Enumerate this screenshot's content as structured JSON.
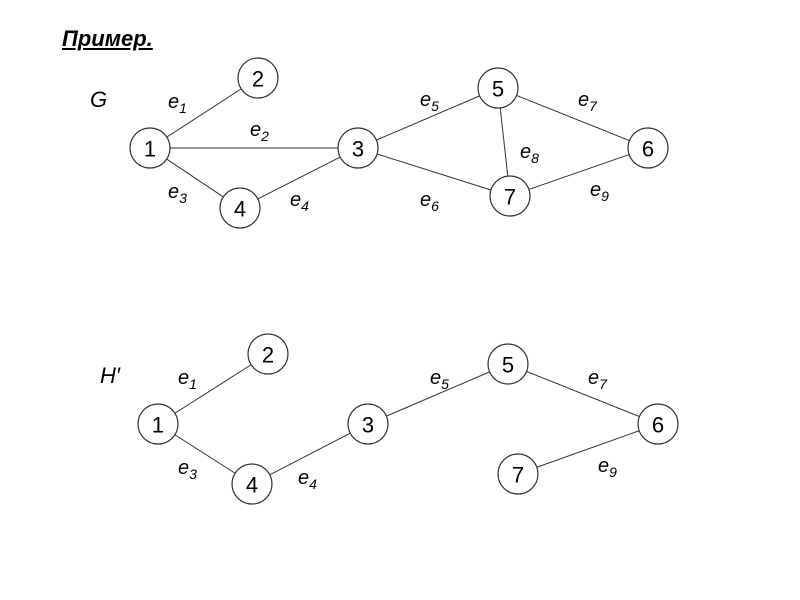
{
  "title": "Пример.",
  "graphs": [
    {
      "name": "G",
      "nodes": [
        {
          "id": "1",
          "label": "1"
        },
        {
          "id": "2",
          "label": "2"
        },
        {
          "id": "3",
          "label": "3"
        },
        {
          "id": "4",
          "label": "4"
        },
        {
          "id": "5",
          "label": "5"
        },
        {
          "id": "6",
          "label": "6"
        },
        {
          "id": "7",
          "label": "7"
        }
      ],
      "edges": [
        {
          "id": "e1",
          "base": "e",
          "sub": "1",
          "from": "1",
          "to": "2"
        },
        {
          "id": "e2",
          "base": "e",
          "sub": "2",
          "from": "1",
          "to": "3"
        },
        {
          "id": "e3",
          "base": "e",
          "sub": "3",
          "from": "1",
          "to": "4"
        },
        {
          "id": "e4",
          "base": "e",
          "sub": "4",
          "from": "4",
          "to": "3"
        },
        {
          "id": "e5",
          "base": "e",
          "sub": "5",
          "from": "3",
          "to": "5"
        },
        {
          "id": "e6",
          "base": "e",
          "sub": "6",
          "from": "3",
          "to": "7"
        },
        {
          "id": "e7",
          "base": "e",
          "sub": "7",
          "from": "5",
          "to": "6"
        },
        {
          "id": "e8",
          "base": "e",
          "sub": "8",
          "from": "5",
          "to": "7"
        },
        {
          "id": "e9",
          "base": "e",
          "sub": "9",
          "from": "7",
          "to": "6"
        }
      ]
    },
    {
      "name": "H′",
      "nodes": [
        {
          "id": "1",
          "label": "1"
        },
        {
          "id": "2",
          "label": "2"
        },
        {
          "id": "3",
          "label": "3"
        },
        {
          "id": "4",
          "label": "4"
        },
        {
          "id": "5",
          "label": "5"
        },
        {
          "id": "6",
          "label": "6"
        },
        {
          "id": "7",
          "label": "7"
        }
      ],
      "edges": [
        {
          "id": "e1",
          "base": "e",
          "sub": "1",
          "from": "1",
          "to": "2"
        },
        {
          "id": "e3",
          "base": "e",
          "sub": "3",
          "from": "1",
          "to": "4"
        },
        {
          "id": "e4",
          "base": "e",
          "sub": "4",
          "from": "4",
          "to": "3"
        },
        {
          "id": "e5",
          "base": "e",
          "sub": "5",
          "from": "3",
          "to": "5"
        },
        {
          "id": "e7",
          "base": "e",
          "sub": "7",
          "from": "5",
          "to": "6"
        },
        {
          "id": "e9",
          "base": "e",
          "sub": "9",
          "from": "7",
          "to": "6"
        }
      ]
    }
  ]
}
